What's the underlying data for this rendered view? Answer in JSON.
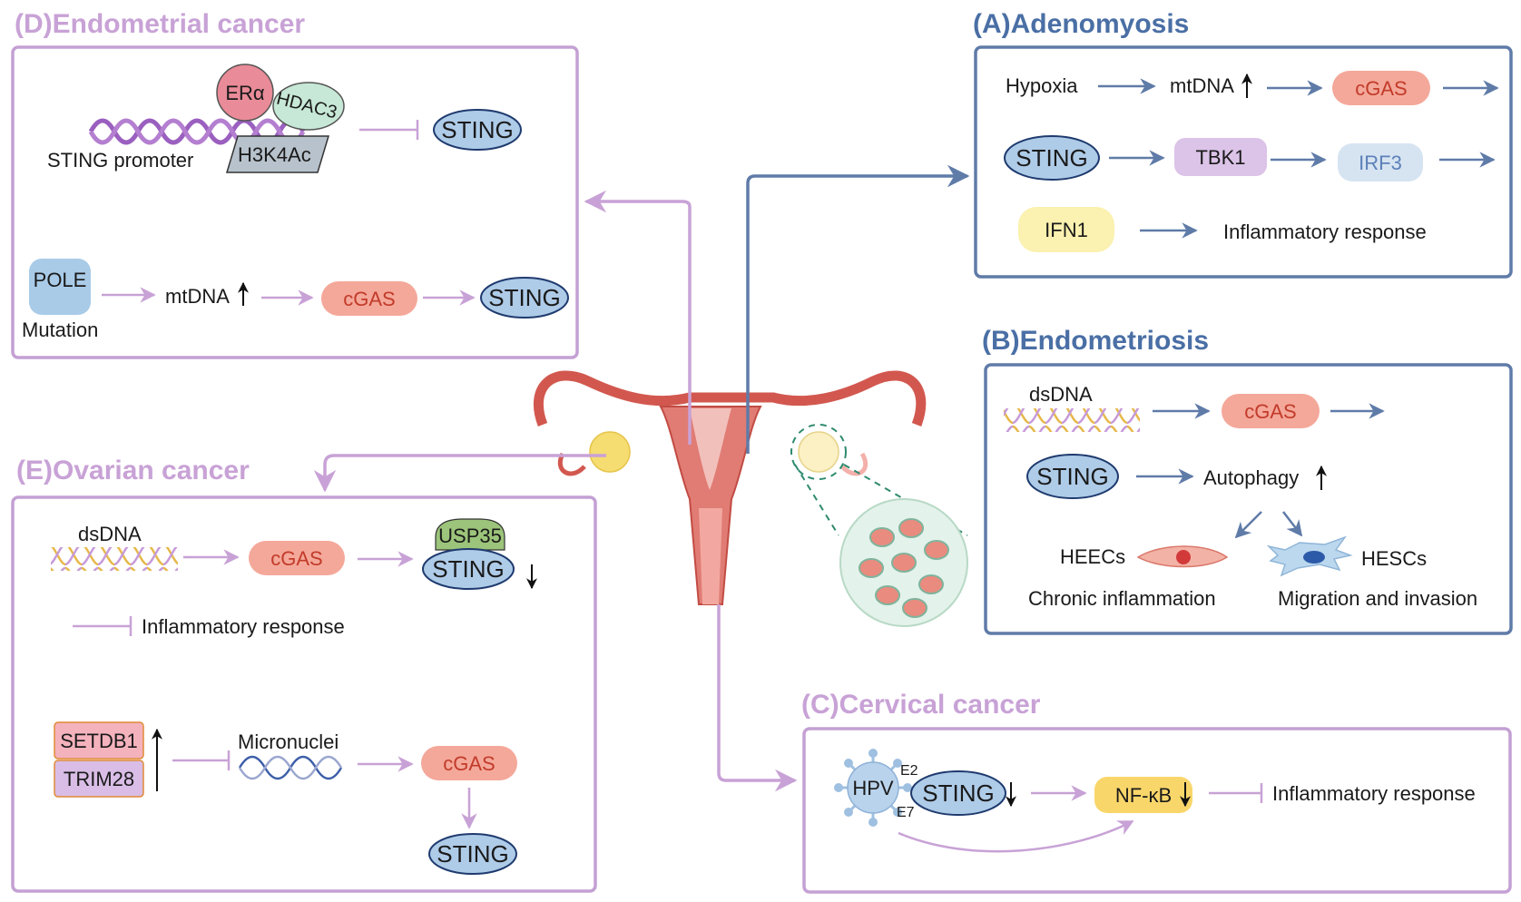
{
  "panels": {
    "D": {
      "title": "(D)Endometrial cancer",
      "color": "#c8a2d6",
      "border": "#c4a0d4",
      "era": "ERα",
      "hdac3": "HDAC3",
      "h3k4ac": "H3K4Ac",
      "promoter": "STING promoter",
      "sting1": "STING",
      "pole": "POLE",
      "mutation": "Mutation",
      "mtdna": "mtDNA",
      "cgas": "cGAS",
      "sting2": "STING"
    },
    "A": {
      "title": "(A)Adenomyosis",
      "color": "#4a6fa5",
      "border": "#5f7ba8",
      "hypoxia": "Hypoxia",
      "mtdna": "mtDNA",
      "cgas": "cGAS",
      "sting": "STING",
      "tbk1": "TBK1",
      "irf3": "IRF3",
      "ifn1": "IFN1",
      "inflam": "Inflammatory response"
    },
    "B": {
      "title": "(B)Endometriosis",
      "color": "#4a6fa5",
      "border": "#5f7ba8",
      "dsdna": "dsDNA",
      "cgas": "cGAS",
      "sting": "STING",
      "autophagy": "Autophagy",
      "heecs": "HEECs",
      "hescs": "HESCs",
      "chronic": "Chronic inflammation",
      "migration": "Migration and invasion"
    },
    "E": {
      "title": "(E)Ovarian cancer",
      "color": "#c8a2d6",
      "border": "#c4a0d4",
      "dsdna": "dsDNA",
      "cgas": "cGAS",
      "usp35": "USP35",
      "sting": "STING",
      "inflam": "Inflammatory response",
      "setdb1": "SETDB1",
      "trim28": "TRIM28",
      "micronuclei": "Micronuclei",
      "cgas2": "cGAS",
      "sting2": "STING"
    },
    "C": {
      "title": "(C)Cervical cancer",
      "color": "#c8a2d6",
      "border": "#c4a0d4",
      "hpv": "HPV",
      "e2": "E2",
      "e7": "E7",
      "sting": "STING",
      "nfkb": "NF-κB",
      "inflam": "Inflammatory response"
    }
  },
  "colors": {
    "cgas_fill": "#f4a89a",
    "cgas_text": "#c23b2a",
    "sting_fill": "#aecbe8",
    "tbk1_fill": "#dcc3e8",
    "irf3_fill": "#d6e4f2",
    "irf3_text": "#5d80b8",
    "ifn1_fill": "#fbf1b0",
    "nfkb_fill": "#f9d66a",
    "usp35_fill": "#9cc47a",
    "setdb1_fill": "#f4b2bd",
    "trim28_fill": "#d9bde6",
    "pole_fill": "#a9cbe8",
    "purple_arrow": "#c8a2d6",
    "blue_arrow": "#5f7ba8"
  }
}
